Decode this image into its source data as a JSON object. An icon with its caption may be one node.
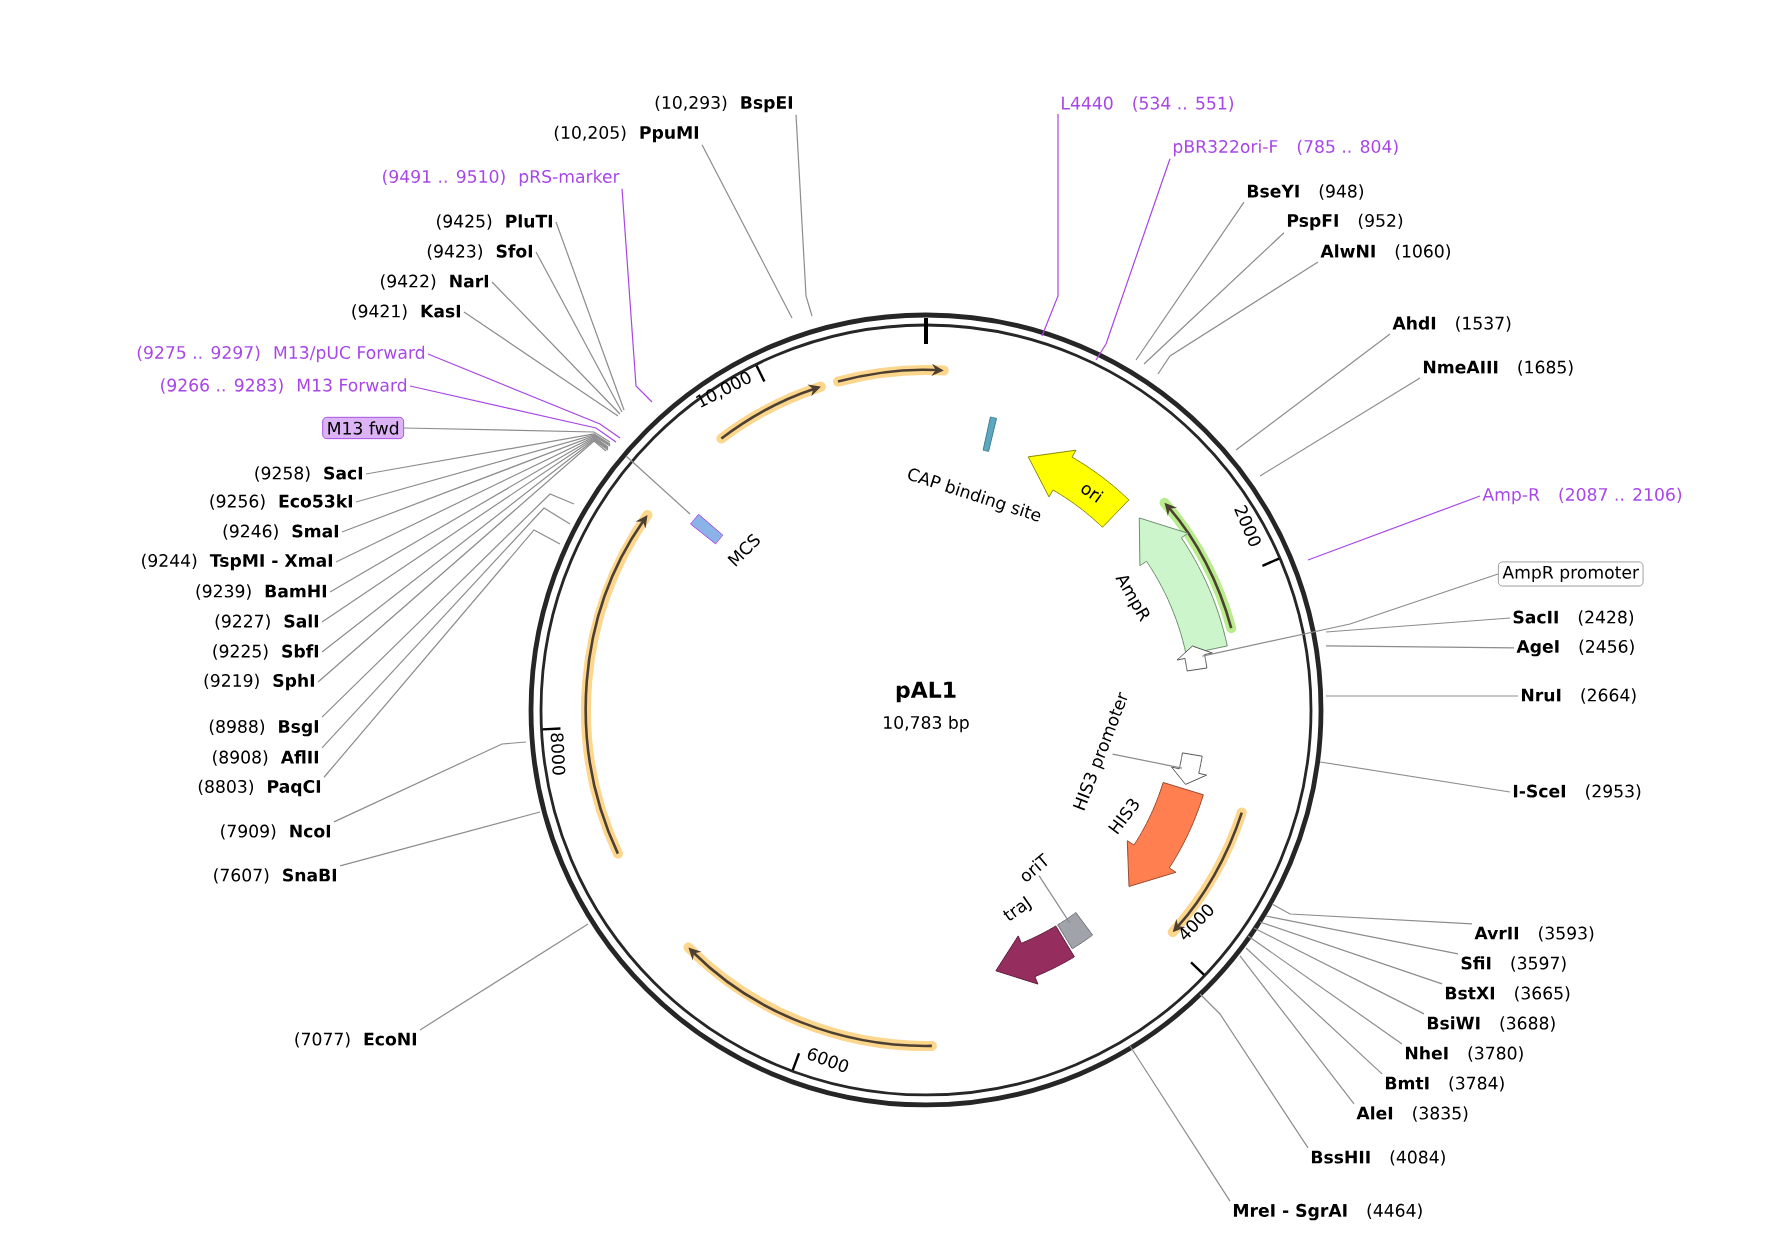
{
  "diagram": {
    "title": "pAL1",
    "nodes": [
      {
        "text": [
          "(10,293)",
          "BspEI"
        ]
      },
      {
        "text": [
          "(10,205)",
          "PpuMI"
        ]
      },
      {
        "text": [
          "(9491 .. 9510)",
          "pRS-marker"
        ]
      },
      {
        "text": [
          "(9425)",
          "PluTI"
        ]
      },
      {
        "text": [
          "(9423)",
          "SfoI"
        ]
      },
      {
        "text": [
          "(9422)",
          "NarI"
        ]
      },
      {
        "text": [
          "(9421)",
          "KasI"
        ]
      },
      {
        "text": [
          "(9275 .. 9297)",
          "M13/pUC Forward"
        ]
      },
      {
        "text": [
          "(9266 .. 9283)",
          "M13 Forward"
        ]
      },
      {
        "text": [
          "M13 fwd"
        ]
      },
      {
        "text": [
          "(9258)",
          "SacI"
        ]
      },
      {
        "text": [
          "(9256)",
          "Eco53kI"
        ]
      },
      {
        "text": [
          "(9246)",
          "SmaI"
        ]
      },
      {
        "text": [
          "(9244)",
          "TspMI - XmaI"
        ]
      },
      {
        "text": [
          "(9239)",
          "BamHI"
        ]
      },
      {
        "text": [
          "(9227)",
          "SalI"
        ]
      },
      {
        "text": [
          "(9225)",
          "SbfI"
        ]
      },
      {
        "text": [
          "(9219)",
          "SphI"
        ]
      },
      {
        "text": [
          "(8988)",
          "BsgI"
        ]
      },
      {
        "text": [
          "(8908)",
          "AflII"
        ]
      },
      {
        "text": [
          "(8803)",
          "PaqCI"
        ]
      },
      {
        "text": [
          "(7909)",
          "NcoI"
        ]
      },
      {
        "text": [
          "(7607)",
          "SnaBI"
        ]
      },
      {
        "text": [
          "(7077)",
          "EcoNI"
        ]
      },
      {
        "text": [
          "L4440",
          "(534 .. 551)"
        ]
      },
      {
        "text": [
          "pBR322ori-F",
          "(785 .. 804)"
        ]
      },
      {
        "text": [
          "BseYI",
          "(948)"
        ]
      },
      {
        "text": [
          "PspFI",
          "(952)"
        ]
      },
      {
        "text": [
          "AlwNI",
          "(1060)"
        ]
      },
      {
        "text": [
          "AhdI",
          "(1537)"
        ]
      },
      {
        "text": [
          "NmeAIII",
          "(1685)"
        ]
      },
      {
        "text": [
          "Amp-R",
          "(2087 .. 2106)"
        ]
      },
      {
        "text": [
          "AmpR promoter"
        ]
      },
      {
        "text": [
          "SacII",
          "(2428)"
        ]
      },
      {
        "text": [
          "AgeI",
          "(2456)"
        ]
      },
      {
        "text": [
          "NruI",
          "(2664)"
        ]
      },
      {
        "text": [
          "I-SceI",
          "(2953)"
        ]
      },
      {
        "text": [
          "AvrII",
          "(3593)"
        ]
      },
      {
        "text": [
          "SfiI",
          "(3597)"
        ]
      },
      {
        "text": [
          "BstXI",
          "(3665)"
        ]
      },
      {
        "text": [
          "BsiWI",
          "(3688)"
        ]
      },
      {
        "text": [
          "NheI",
          "(3780)"
        ]
      },
      {
        "text": [
          "BmtI",
          "(3784)"
        ]
      },
      {
        "text": [
          "AleI",
          "(3835)"
        ]
      },
      {
        "text": [
          "BssHII",
          "(4084)"
        ]
      },
      {
        "text": [
          "MreI - SgrAI",
          "(4464)"
        ]
      },
      {
        "text": [
          "CAP binding site"
        ]
      },
      {
        "text": [
          "ori"
        ]
      },
      {
        "text": [
          "AmpR"
        ]
      },
      {
        "text": [],
        "shape": "arrow"
      },
      {
        "text": [
          "MCS"
        ]
      },
      {
        "text": [
          "HIS3 promoter"
        ]
      },
      {
        "text": [],
        "shape": "arrow"
      },
      {
        "text": [
          "HIS3"
        ]
      },
      {
        "text": [
          "oriT"
        ]
      },
      {
        "text": [],
        "shape": "box"
      },
      {
        "text": [
          "traJ"
        ]
      }
    ],
    "edges": [
      {
        "from": 0,
        "to": null,
        "arrow": "none"
      },
      {
        "from": 1,
        "to": null,
        "arrow": "none"
      },
      {
        "from": 2,
        "to": null,
        "arrow": "none",
        "color": "#a846e8"
      },
      {
        "from": 3,
        "to": null,
        "arrow": "none"
      },
      {
        "from": 4,
        "to": null,
        "arrow": "none"
      },
      {
        "from": 5,
        "to": null,
        "arrow": "none"
      },
      {
        "from": 6,
        "to": null,
        "arrow": "none"
      },
      {
        "from": 7,
        "to": null,
        "arrow": "none",
        "color": "#a846e8"
      },
      {
        "from": 8,
        "to": null,
        "arrow": "none",
        "color": "#a846e8"
      },
      {
        "from": 9,
        "to": null,
        "arrow": "none"
      },
      {
        "from": 10,
        "to": null,
        "arrow": "none"
      },
      {
        "from": 11,
        "to": null,
        "arrow": "none"
      },
      {
        "from": 12,
        "to": null,
        "arrow": "none"
      },
      {
        "from": 13,
        "to": null,
        "arrow": "none"
      },
      {
        "from": 14,
        "to": null,
        "arrow": "none"
      },
      {
        "from": 15,
        "to": null,
        "arrow": "none"
      },
      {
        "from": 16,
        "to": null,
        "arrow": "none"
      },
      {
        "from": 17,
        "to": null,
        "arrow": "none"
      },
      {
        "from": 18,
        "to": null,
        "arrow": "none"
      },
      {
        "from": 19,
        "to": null,
        "arrow": "none"
      },
      {
        "from": 20,
        "to": null,
        "arrow": "none"
      },
      {
        "from": 21,
        "to": null,
        "arrow": "none"
      },
      {
        "from": 22,
        "to": null,
        "arrow": "none"
      },
      {
        "from": 23,
        "to": null,
        "arrow": "none"
      },
      {
        "from": 24,
        "to": null,
        "arrow": "none",
        "color": "#a846e8"
      },
      {
        "from": 25,
        "to": null,
        "arrow": "none",
        "color": "#a846e8"
      },
      {
        "from": 26,
        "to": null,
        "arrow": "none"
      },
      {
        "from": 27,
        "to": null,
        "arrow": "none"
      },
      {
        "from": 28,
        "to": null,
        "arrow": "none"
      },
      {
        "from": 29,
        "to": null,
        "arrow": "none"
      },
      {
        "from": 30,
        "to": null,
        "arrow": "none"
      },
      {
        "from": 31,
        "to": null,
        "arrow": "none",
        "color": "#a846e8"
      },
      {
        "from": 32,
        "to": 49,
        "arrow": "none"
      },
      {
        "from": 33,
        "to": null,
        "arrow": "none"
      },
      {
        "from": 34,
        "to": null,
        "arrow": "none"
      },
      {
        "from": 35,
        "to": null,
        "arrow": "none"
      },
      {
        "from": 36,
        "to": null,
        "arrow": "none"
      },
      {
        "from": 37,
        "to": null,
        "arrow": "none"
      },
      {
        "from": 38,
        "to": null,
        "arrow": "none"
      },
      {
        "from": 39,
        "to": null,
        "arrow": "none"
      },
      {
        "from": 40,
        "to": null,
        "arrow": "none"
      },
      {
        "from": 41,
        "to": null,
        "arrow": "none"
      },
      {
        "from": 42,
        "to": null,
        "arrow": "none"
      },
      {
        "from": 43,
        "to": null,
        "arrow": "none"
      },
      {
        "from": 44,
        "to": null,
        "arrow": "none"
      },
      {
        "from": 45,
        "to": null,
        "arrow": "none"
      },
      {
        "from": 50,
        "to": null,
        "arrow": "none"
      },
      {
        "from": 51,
        "to": 52,
        "arrow": "none"
      },
      {
        "from": 54,
        "to": 55,
        "arrow": "none"
      }
    ],
    "labels": [
      "10,783 bp",
      "10,000",
      "2000",
      "4000",
      "6000",
      "8000"
    ]
  }
}
